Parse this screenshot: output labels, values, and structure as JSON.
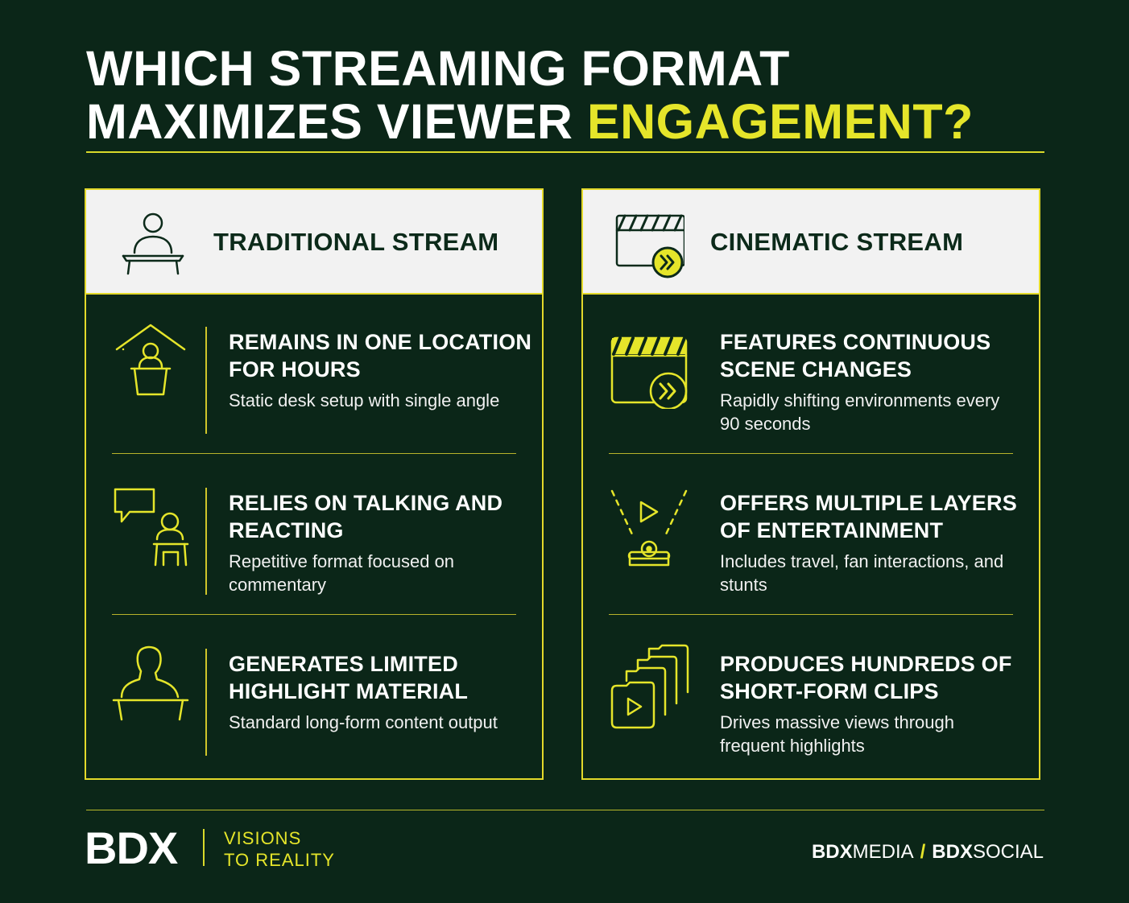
{
  "header": {
    "title_line1": "WHICH STREAMING FORMAT",
    "title_line2_prefix": "MAXIMIZES VIEWER ",
    "title_line2_accent": "ENGAGEMENT?"
  },
  "colors": {
    "background": "#0b2618",
    "accent": "#e5e52a",
    "panel_header": "#f2f2f2"
  },
  "panels": [
    {
      "title": "TRADITIONAL STREAM",
      "icon": "presenter-at-desk-icon",
      "items": [
        {
          "title": "REMAINS IN ONE LOCATION FOR HOURS",
          "desc": "Static desk setup with single angle",
          "icon": "home-desk-person-icon"
        },
        {
          "title": "RELIES ON TALKING AND REACTING",
          "desc": "Repetitive format focused on commentary",
          "icon": "speech-bubble-person-icon"
        },
        {
          "title": "GENERATES LIMITED HIGHLIGHT MATERIAL",
          "desc": "Standard long-form content output",
          "icon": "person-at-desk-icon"
        }
      ]
    },
    {
      "title": "CINEMATIC STREAM",
      "icon": "clapperboard-fast-forward-icon",
      "items": [
        {
          "title": "FEATURES CONTINUOUS SCENE CHANGES",
          "desc": "Rapidly shifting environments every 90 seconds",
          "icon": "clapperboard-fast-forward-icon"
        },
        {
          "title": "OFFERS MULTIPLE LAYERS OF ENTERTAINMENT",
          "desc": "Includes travel, fan interactions, and stunts",
          "icon": "projector-play-icon"
        },
        {
          "title": "PRODUCES HUNDREDS OF SHORT-FORM CLIPS",
          "desc": "Drives massive views through frequent highlights",
          "icon": "stacked-clips-icon"
        }
      ]
    }
  ],
  "footer": {
    "logo": "BDX",
    "tagline_line1": "VISIONS",
    "tagline_line2": "TO REALITY",
    "brand1_bold": "BDX",
    "brand1_light": "MEDIA",
    "separator": "/",
    "brand2_bold": "BDX",
    "brand2_light": "SOCIAL"
  }
}
